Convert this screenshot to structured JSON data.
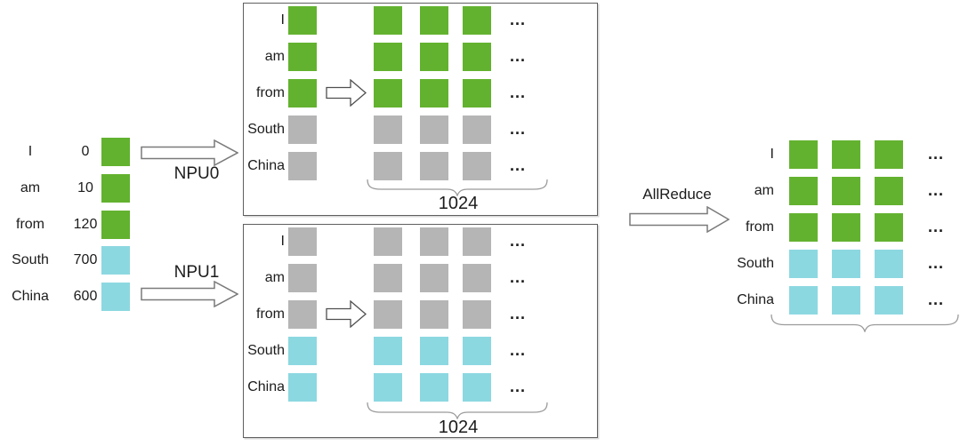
{
  "colors": {
    "green": "#63b22f",
    "cyan": "#8cd8e1",
    "gray": "#b5b5b5",
    "box_border": "#5f5f5f",
    "arrow_outline": "#7a7a7a",
    "inner_arrow": "#4f4f4f",
    "brace": "#9b9b9b",
    "text": "#1c1c1c"
  },
  "ellipsis": "...",
  "input_table": {
    "rows": [
      {
        "word": "I",
        "index": "0",
        "color": "green"
      },
      {
        "word": "am",
        "index": "10",
        "color": "green"
      },
      {
        "word": "from",
        "index": "120",
        "color": "green"
      },
      {
        "word": "South",
        "index": "700",
        "color": "cyan"
      },
      {
        "word": "China",
        "index": "600",
        "color": "cyan"
      }
    ]
  },
  "npu0": {
    "arrow_label": "NPU0",
    "box": {
      "rows": [
        {
          "word": "I",
          "color": "green"
        },
        {
          "word": "am",
          "color": "green"
        },
        {
          "word": "from",
          "color": "green"
        },
        {
          "word": "South",
          "color": "gray"
        },
        {
          "word": "China",
          "color": "gray"
        }
      ],
      "dim_label": "1024"
    }
  },
  "npu1": {
    "arrow_label": "NPU1",
    "box": {
      "rows": [
        {
          "word": "I",
          "color": "gray"
        },
        {
          "word": "am",
          "color": "gray"
        },
        {
          "word": "from",
          "color": "gray"
        },
        {
          "word": "South",
          "color": "cyan"
        },
        {
          "word": "China",
          "color": "cyan"
        }
      ],
      "dim_label": "1024"
    }
  },
  "allreduce": {
    "arrow_label": "AllReduce"
  },
  "output": {
    "rows": [
      {
        "word": "I",
        "color": "green"
      },
      {
        "word": "am",
        "color": "green"
      },
      {
        "word": "from",
        "color": "green"
      },
      {
        "word": "South",
        "color": "cyan"
      },
      {
        "word": "China",
        "color": "cyan"
      }
    ]
  }
}
